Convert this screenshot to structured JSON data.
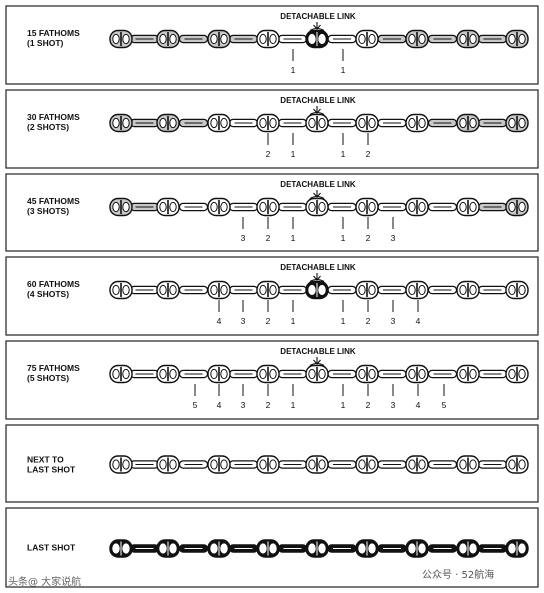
{
  "detachable_label": "DETACHABLE LINK",
  "palette": {
    "painted": "#c8c8c8",
    "white": "#ffffff",
    "black": "#111111",
    "line": "#111111"
  },
  "panels": [
    {
      "label": [
        "15 FATHOMS",
        "(1 SHOT)"
      ],
      "painted_shots": 1,
      "detachable": "black",
      "markers": [
        "1",
        "1"
      ]
    },
    {
      "label": [
        "30 FATHOMS",
        "(2 SHOTS)"
      ],
      "painted_shots": 2,
      "detachable": "white",
      "markers": [
        "2",
        "1",
        "1",
        "2"
      ]
    },
    {
      "label": [
        "45 FATHOMS",
        "(3 SHOTS)"
      ],
      "painted_shots": 3,
      "detachable": "white",
      "markers": [
        "3",
        "2",
        "1",
        "1",
        "2",
        "3"
      ]
    },
    {
      "label": [
        "60 FATHOMS",
        "(4 SHOTS)"
      ],
      "painted_shots": 4,
      "detachable": "black",
      "markers": [
        "4",
        "3",
        "2",
        "1",
        "1",
        "2",
        "3",
        "4"
      ]
    },
    {
      "label": [
        "75 FATHOMS",
        "(5 SHOTS)"
      ],
      "painted_shots": 5,
      "detachable": "white",
      "markers": [
        "5",
        "4",
        "3",
        "2",
        "1",
        "1",
        "2",
        "3",
        "4",
        "5"
      ]
    },
    {
      "label": [
        "NEXT TO",
        "LAST SHOT"
      ],
      "style": "white"
    },
    {
      "label": [
        "LAST SHOT"
      ],
      "style": "black"
    }
  ],
  "watermark": {
    "left": "头条@ 大家说航",
    "right": "公众号 · 52航海"
  }
}
